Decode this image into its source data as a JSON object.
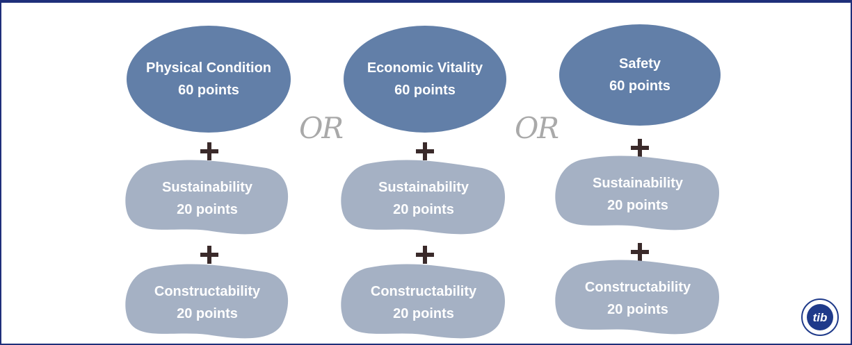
{
  "columns": [
    {
      "main": {
        "title": "Physical Condition",
        "points": "60 points"
      },
      "sustain": {
        "title": "Sustainability",
        "points": "20 points"
      },
      "construct": {
        "title": "Constructability",
        "points": "20 points"
      }
    },
    {
      "main": {
        "title": "Economic Vitality",
        "points": "60 points"
      },
      "sustain": {
        "title": "Sustainability",
        "points": "20 points"
      },
      "construct": {
        "title": "Constructability",
        "points": "20 points"
      }
    },
    {
      "main": {
        "title": "Safety",
        "points": "60 points"
      },
      "sustain": {
        "title": "Sustainability",
        "points": "20 points"
      },
      "construct": {
        "title": "Constructability",
        "points": "20 points"
      }
    }
  ],
  "or_label": "OR",
  "colors": {
    "main_fill": "#627fa8",
    "sub_fill": "#a5b1c4",
    "frame": "#1f2f7a",
    "or": "#a9a9a9",
    "plus": "#3a2a2a"
  },
  "logo": {
    "text": "tib",
    "name": "logo-seal"
  }
}
